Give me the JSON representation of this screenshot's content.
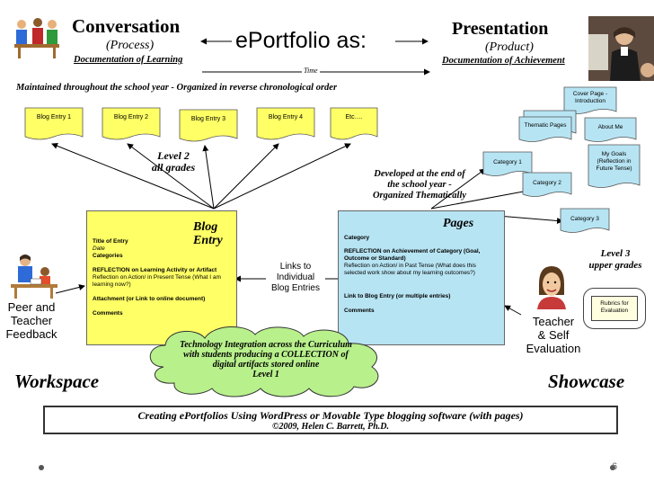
{
  "header": {
    "conversation": "Conversation",
    "process": "(Process)",
    "doc_learning": "Documentation of Learning",
    "eportfolio": "ePortfolio as:",
    "presentation": "Presentation",
    "product": "(Product)",
    "doc_achievement": "Documentation of Achievement",
    "time": "Time",
    "maintained": "Maintained throughout the school year - Organized in reverse chronological order"
  },
  "blog_entries": [
    "Blog Entry 1",
    "Blog Entry 2",
    "Blog Entry 3",
    "Blog Entry 4",
    "Etc…."
  ],
  "level2": [
    "Level 2",
    "all grades"
  ],
  "developed": [
    "Developed at the end of",
    "the school year -",
    "Organized Thematically"
  ],
  "showcase_pages": {
    "cover": "Cover Page - Introduction",
    "thematic": "Thematic Pages",
    "about": "About Me",
    "goals": "My Goals (Reflection in Future Tense)",
    "cat1": "Category 1",
    "cat2": "Category 2",
    "cat3": "Category 3"
  },
  "level3": [
    "Level 3",
    "upper grades"
  ],
  "blog_panel": {
    "title": [
      "Blog",
      "Entry"
    ],
    "title_of_entry": "Title of Entry",
    "date": "Date",
    "categories": "Categories",
    "reflection": "REFLECTION on Learning Activity or Artifact",
    "reflection_sub": "Reflection on Action/ in Present Tense (What I am learning now?)",
    "attachment": "Attachment (or Link to online document)",
    "comments": "Comments"
  },
  "pages_panel": {
    "title": "Pages",
    "category": "Category",
    "reflection": "REFLECTION on Achievement of Category (Goal, Outcome or Standard)",
    "reflection_sub": "Reflection on Action/ in Past Tense (What does this selected work show about my learning outcomes?)",
    "link": "Link to Blog Entry (or multiple entries)",
    "comments": "Comments"
  },
  "links_label": [
    "Links to",
    "Individual",
    "Blog Entries"
  ],
  "peer_feedback": [
    "Peer and",
    "Teacher",
    "Feedback"
  ],
  "teacher_self": [
    "Teacher",
    "& Self",
    "Evaluation"
  ],
  "rubrics": "Rubrics for Evaluation",
  "cloud": [
    "Technology Integration across the Curriculum",
    "with students producing a COLLECTION of",
    "digital artifacts stored online",
    "Level 1"
  ],
  "workspace": "Workspace",
  "showcase": "Showcase",
  "footer": {
    "line1": "Creating ePortfolios Using WordPress or Movable Type blogging software (with pages)",
    "line2": "©2009, Helen C. Barrett, Ph.D."
  },
  "slide_number": "6",
  "colors": {
    "yellow": "#ffff66",
    "blue": "#b7e4f3",
    "cloud_green": "#b8f08c",
    "cream": "#ffffe0"
  }
}
